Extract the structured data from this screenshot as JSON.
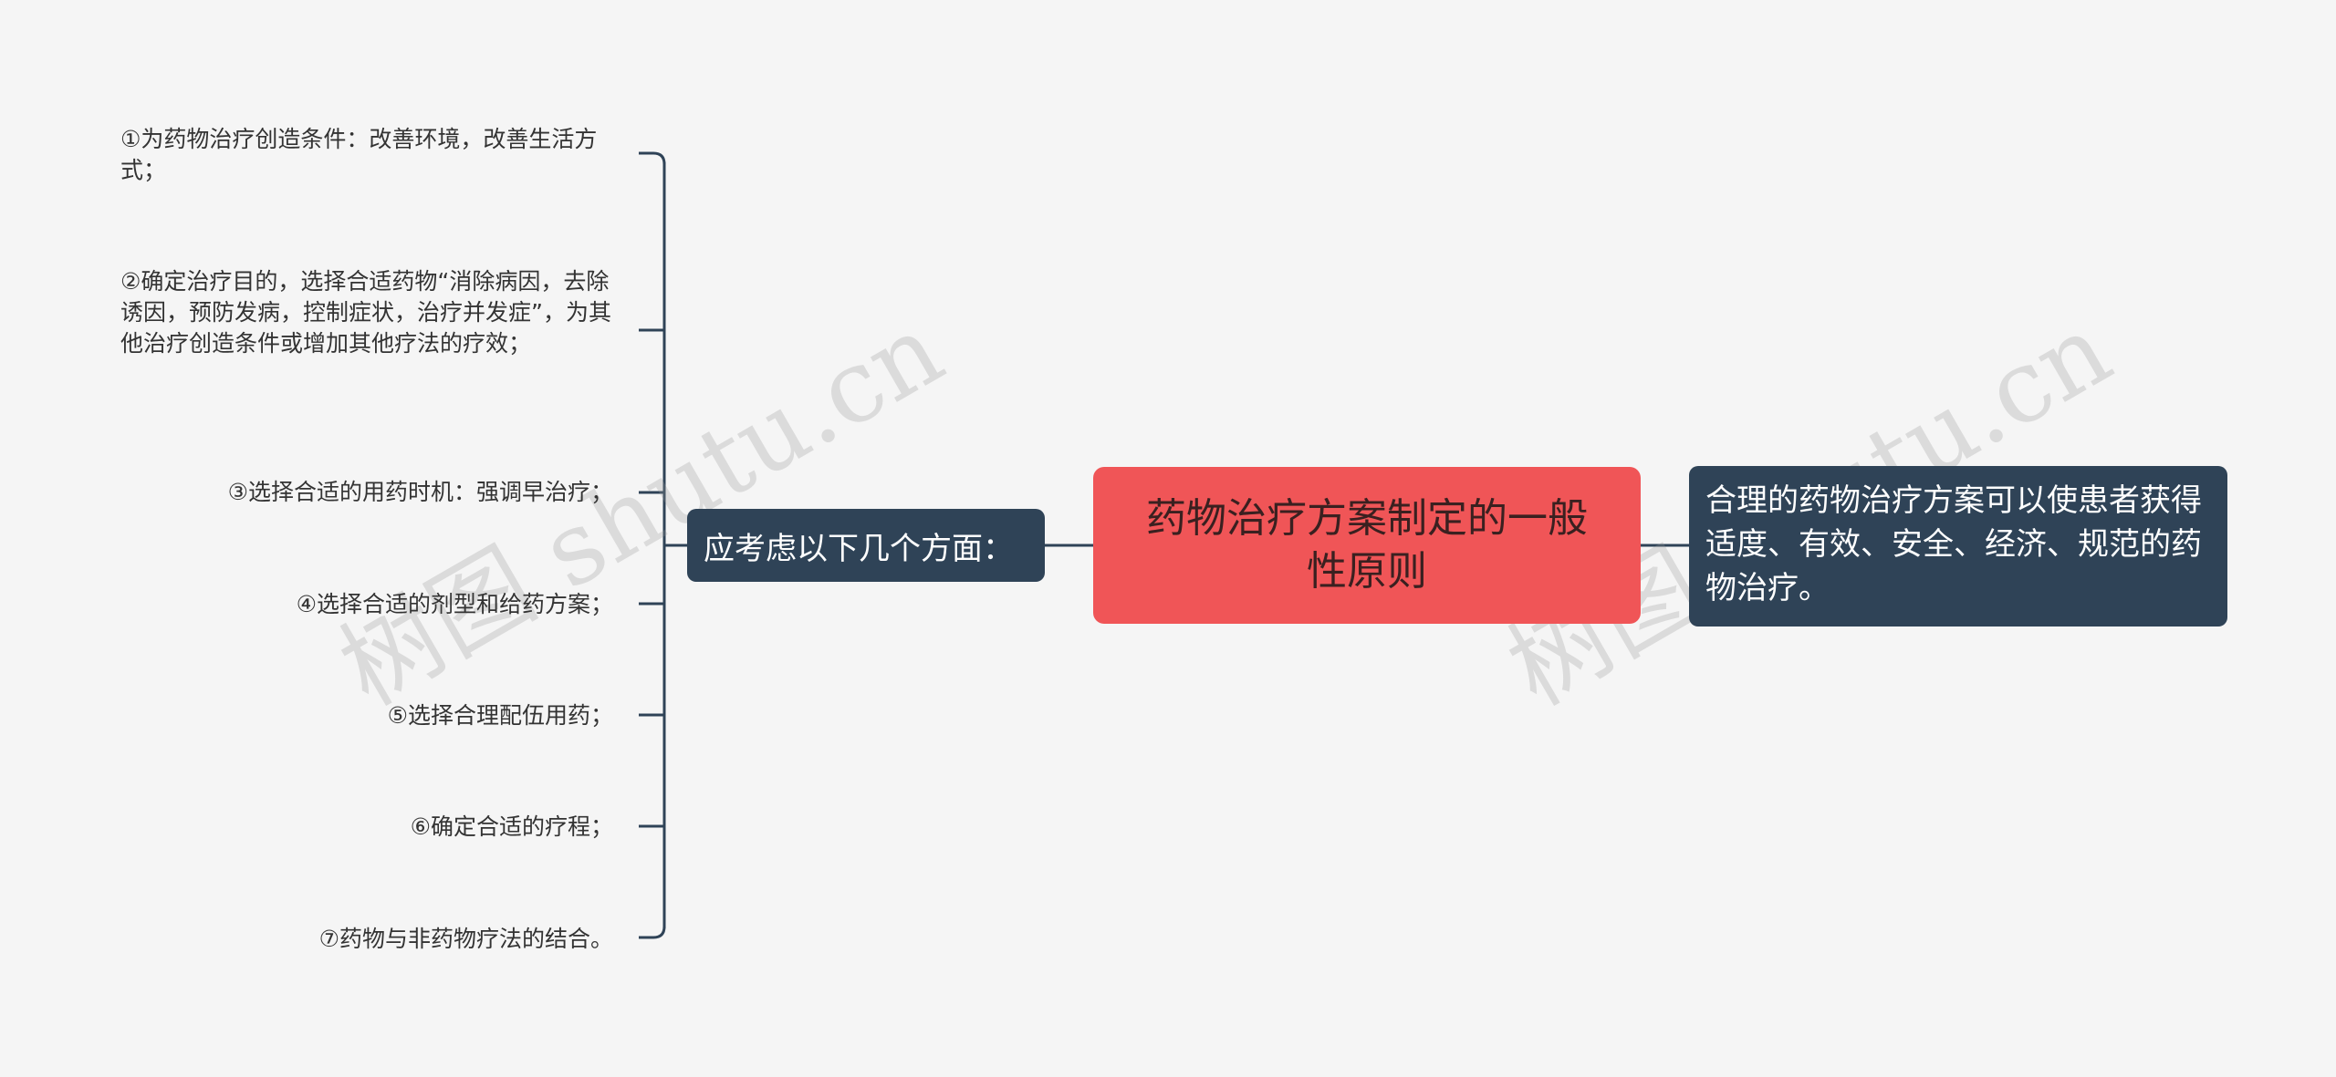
{
  "root": {
    "label": "药物治疗方案制定的一般性原则"
  },
  "left": {
    "label": "应考虑以下几个方面：",
    "items": [
      "①为药物治疗创造条件：改善环境，改善生活方式；",
      "②确定治疗目的，选择合适药物“消除病因，去除诱因，预防发病，控制症状，治疗并发症”，为其他治疗创造条件或增加其他疗法的疗效；",
      "③选择合适的用药时机：强调早治疗；",
      "④选择合适的剂型和给药方案；",
      "⑤选择合理配伍用药；",
      "⑥确定合适的疗程；",
      "⑦药物与非药物疗法的结合。"
    ]
  },
  "right": {
    "label": "合理的药物治疗方案可以使患者获得适度、有效、安全、经济、规范的药物治疗。"
  },
  "watermark": "树图 shutu.cn",
  "colors": {
    "root": "#f05557",
    "node": "#2f4357",
    "line": "#2f4357",
    "background": "#f5f5f5"
  }
}
